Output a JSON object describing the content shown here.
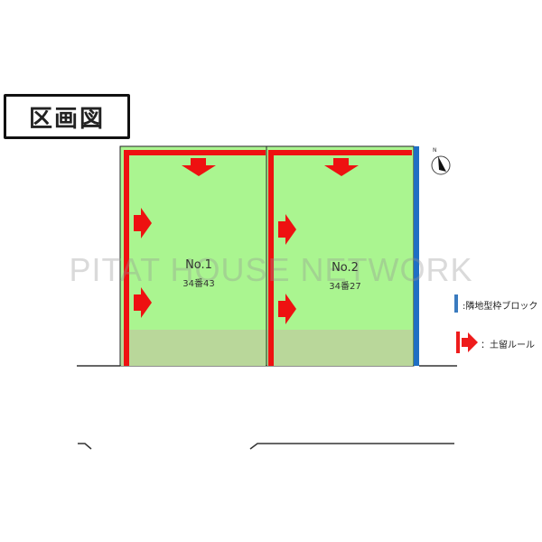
{
  "title": "区画図",
  "watermark": "PITAT HOUSE NETWORK",
  "compass_label": "N",
  "lots": [
    {
      "name": "No.1",
      "number": "34番43"
    },
    {
      "name": "No.2",
      "number": "34番27"
    }
  ],
  "legend": [
    {
      "label": ":隣地型枠ブロック",
      "color": "#3a7bbf"
    },
    {
      "label": "：土留ルール",
      "color": "#ee1c1c"
    }
  ],
  "colors": {
    "lot_fill": "#aaf590",
    "lot_band": "#b9d79a",
    "retaining": "#ee1111",
    "block": "#1f6fc4"
  }
}
